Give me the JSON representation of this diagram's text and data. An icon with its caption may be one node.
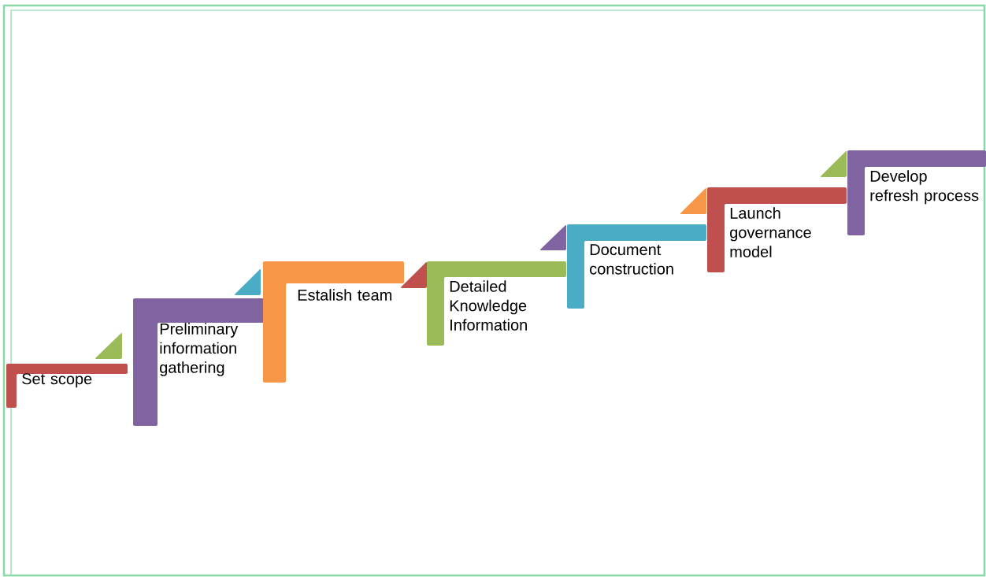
{
  "diagram": {
    "nodes": [
      {
        "text": [
          "Set scope"
        ]
      },
      {
        "text": [
          "Preliminary information gathering"
        ]
      },
      {
        "text": [
          "Estalish team"
        ]
      },
      {
        "text": [
          "Detailed Knowledge Information"
        ]
      },
      {
        "text": [
          "Document construction"
        ]
      },
      {
        "text": [
          "Launch governance model"
        ]
      },
      {
        "text": [
          "Develop refresh process"
        ]
      }
    ]
  }
}
